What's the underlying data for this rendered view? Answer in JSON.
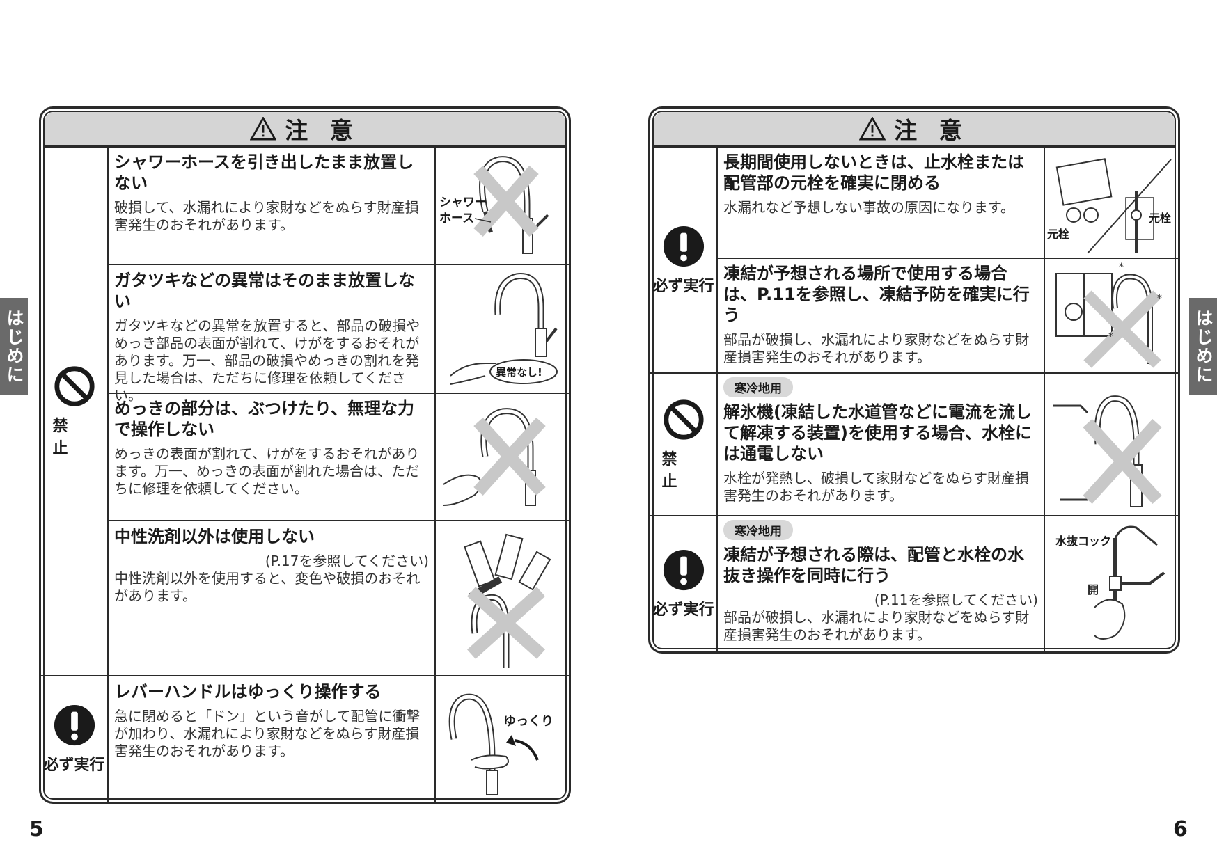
{
  "side_tab": {
    "label": "はじめに"
  },
  "page_left": {
    "number": "5"
  },
  "page_right": {
    "number": "6"
  },
  "categories": {
    "prohibit": "禁　止",
    "must": "必ず実行"
  },
  "left_panel": {
    "header": "注 意",
    "items": [
      {
        "title": "シャワーホースを引き出したまま放置しない",
        "text": "破損して、水漏れにより家財などをぬらす財産損害発生のおそれがあります。",
        "illus_label": "シャワーホース"
      },
      {
        "title": "ガタツキなどの異常はそのまま放置しない",
        "text": "ガタツキなどの異常を放置すると、部品の破損やめっき部品の表面が割れて、けがをするおそれがあります。万一、部品の破損やめっきの割れを発見した場合は、ただちに修理を依頼してください。",
        "illus_label": "異常なし!"
      },
      {
        "title": "めっきの部分は、ぶつけたり、無理な力で操作しない",
        "text": "めっきの表面が割れて、けがをするおそれがあります。万一、めっきの表面が割れた場合は、ただちに修理を依頼してください。"
      },
      {
        "title": "中性洗剤以外は使用しない",
        "ref": "(P.17を参照してください)",
        "text": "中性洗剤以外を使用すると、変色や破損のおそれがあります。"
      },
      {
        "title": "レバーハンドルはゆっくり操作する",
        "text": "急に閉めると「ドン」という音がして配管に衝撃が加わり、水漏れにより家財などをぬらす財産損害発生のおそれがあります。",
        "illus_label": "ゆっくり"
      }
    ]
  },
  "right_panel": {
    "header": "注 意",
    "items": [
      {
        "title": "長期間使用しないときは、止水栓または配管部の元栓を確実に閉める",
        "text": "水漏れなど予想しない事故の原因になります。",
        "illus_label_1": "元栓",
        "illus_label_2": "元栓"
      },
      {
        "title": "凍結が予想される場所で使用する場合は、P.11を参照し、凍結予防を確実に行う",
        "text": "部品が破損し、水漏れにより家財などをぬらす財産損害発生のおそれがあります。"
      },
      {
        "badge": "寒冷地用",
        "title": "解氷機(凍結した水道管などに電流を流して解凍する装置)を使用する場合、水栓には通電しない",
        "text": "水栓が発熱し、破損して家財などをぬらす財産損害発生のおそれがあります。"
      },
      {
        "badge": "寒冷地用",
        "title": "凍結が予想される際は、配管と水栓の水抜き操作を同時に行う",
        "ref": "(P.11を参照してください)",
        "text": "部品が破損し、水漏れにより家財などをぬらす財産損害発生のおそれがあります。",
        "illus_label_1": "水抜コック",
        "illus_label_2": "開"
      }
    ]
  }
}
